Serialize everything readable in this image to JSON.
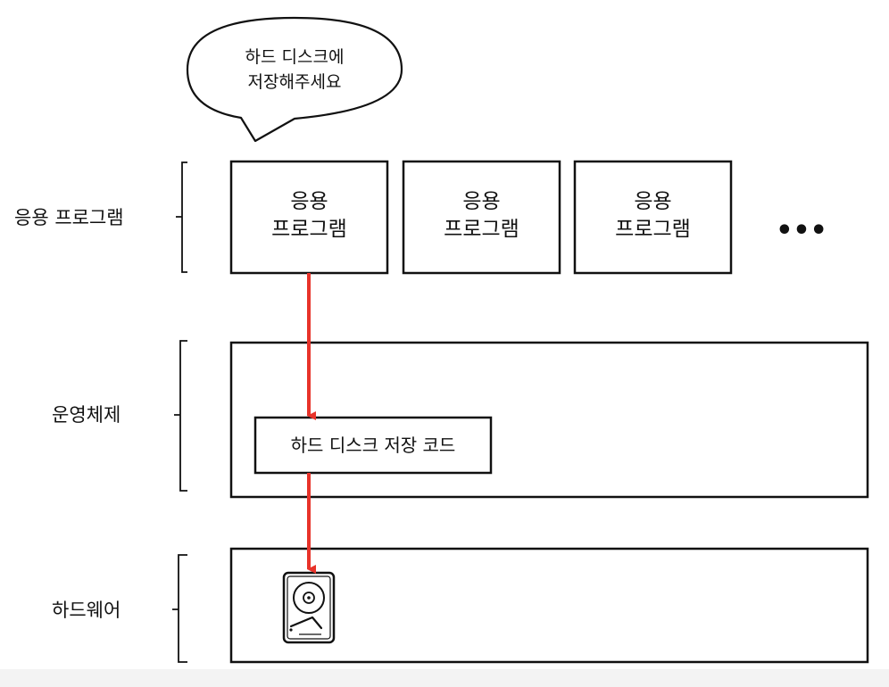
{
  "bubble": {
    "line1": "하드 디스크에",
    "line2": "저장해주세요"
  },
  "layers": {
    "app": {
      "label": "응용 프로그램"
    },
    "os": {
      "label": "운영체제"
    },
    "hw": {
      "label": "하드웨어"
    }
  },
  "apps": [
    {
      "line1": "응용",
      "line2": "프로그램"
    },
    {
      "line1": "응용",
      "line2": "프로그램"
    },
    {
      "line1": "응용",
      "line2": "프로그램"
    }
  ],
  "more": "•••",
  "os_code": {
    "label": "하드 디스크 저장 코드"
  },
  "hardware": {
    "device_icon": "hard-disk-icon"
  },
  "colors": {
    "arrow": "#e8332a",
    "stroke": "#111111",
    "background": "#ffffff"
  }
}
